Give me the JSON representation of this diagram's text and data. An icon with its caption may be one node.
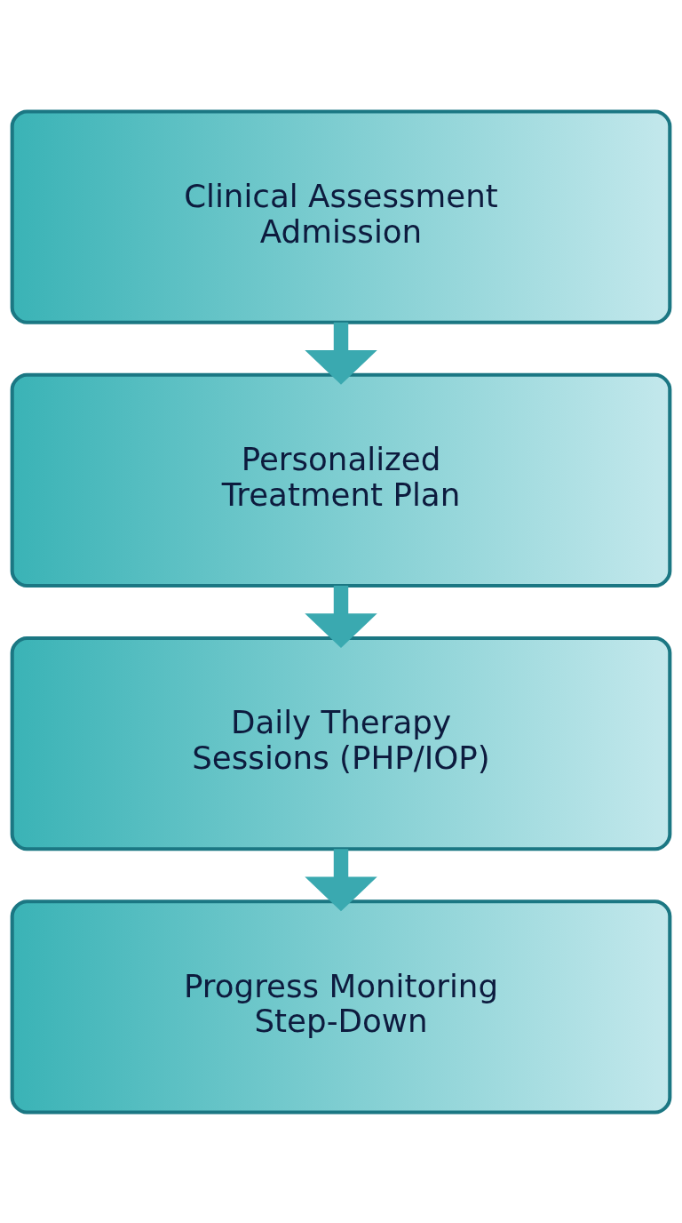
{
  "diagram": {
    "nodes": [
      {
        "text": [
          "Clinical Assessment Admission"
        ]
      },
      {
        "text": [
          "Personalized Treatment Plan"
        ]
      },
      {
        "text": [
          "Daily Therapy Sessions (PHP/IOP)"
        ]
      },
      {
        "text": [
          "Progress Monitoring Step-Down"
        ]
      }
    ],
    "edges": [
      {
        "from": 0,
        "to": 1,
        "arrow": "to"
      },
      {
        "from": 1,
        "to": 2,
        "arrow": "to"
      },
      {
        "from": 2,
        "to": 3,
        "arrow": "to"
      }
    ]
  }
}
